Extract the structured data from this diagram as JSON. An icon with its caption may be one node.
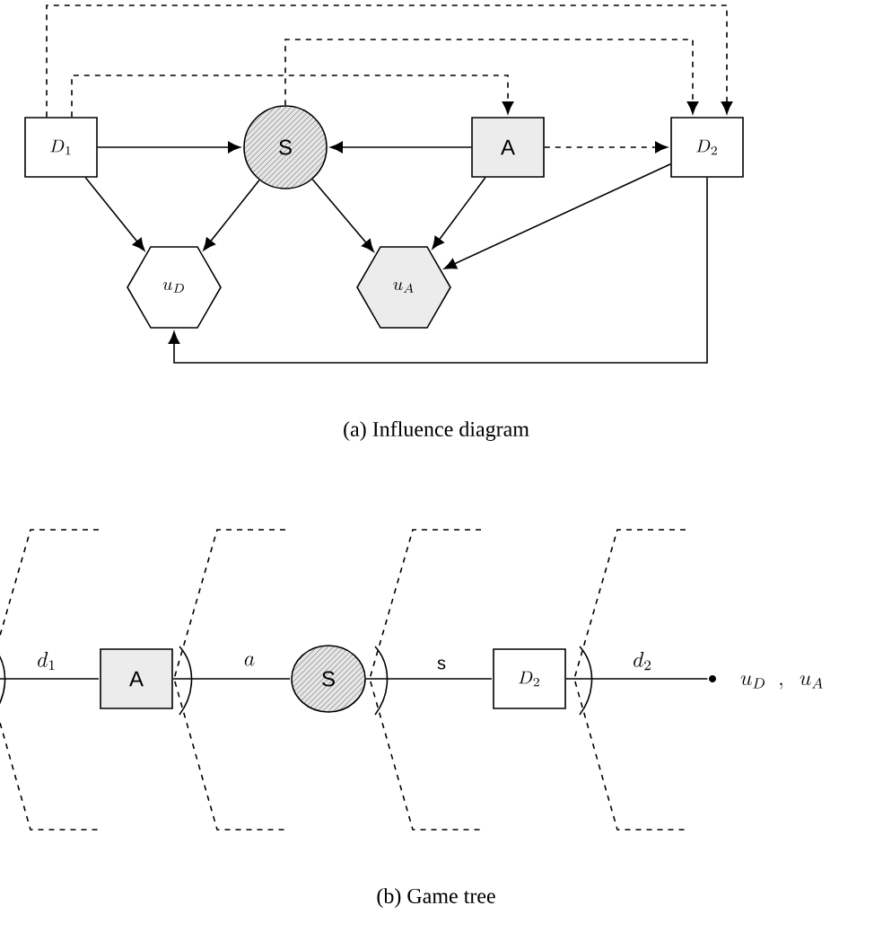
{
  "diagram": {
    "nodes": [
      {
        "text": [
          "D_1"
        ]
      },
      {
        "text": [
          "S"
        ]
      },
      {
        "text": [
          "A"
        ]
      },
      {
        "text": [
          "D_2"
        ]
      },
      {
        "text": [
          "u_D"
        ]
      },
      {
        "text": [
          "u_A"
        ]
      },
      {
        "text": [
          "A"
        ]
      },
      {
        "text": [
          "S"
        ]
      },
      {
        "text": [
          "D_2"
        ]
      },
      {
        "text": [],
        "shape": "circle",
        "beside": [
          "u_D\\;\\;,\\;\\;u_A"
        ]
      }
    ],
    "edges": [
      {
        "from": 0,
        "to": 1,
        "arrow": "to"
      },
      {
        "from": 2,
        "to": 1,
        "arrow": "to"
      },
      {
        "from": 2,
        "to": 3,
        "arrow": "to",
        "style": "dashed"
      },
      {
        "from": 0,
        "to": 4,
        "arrow": "to"
      },
      {
        "from": 1,
        "to": 4,
        "arrow": "to"
      },
      {
        "from": 1,
        "to": 5,
        "arrow": "to"
      },
      {
        "from": 2,
        "to": 5,
        "arrow": "to"
      },
      {
        "from": 3,
        "to": 5,
        "arrow": "to"
      },
      {
        "from": 3,
        "to": 4,
        "arrow": "to"
      },
      {
        "from": 0,
        "to": 2,
        "arrow": "to",
        "style": "dashed"
      },
      {
        "from": 1,
        "to": 3,
        "arrow": "to",
        "style": "dashed"
      },
      {
        "from": 0,
        "to": 3,
        "arrow": "to",
        "style": "dashed"
      },
      {
        "from": null,
        "to": 6,
        "arrow": "none",
        "label": "d_1"
      },
      {
        "from": 6,
        "to": 7,
        "arrow": "none",
        "label": "a"
      },
      {
        "from": 7,
        "to": 8,
        "arrow": "none",
        "label": "s"
      },
      {
        "from": 8,
        "to": 9,
        "arrow": "none",
        "label": "d_2"
      }
    ],
    "labels": [
      "(a) Influence diagram",
      "(b) Game tree"
    ]
  }
}
